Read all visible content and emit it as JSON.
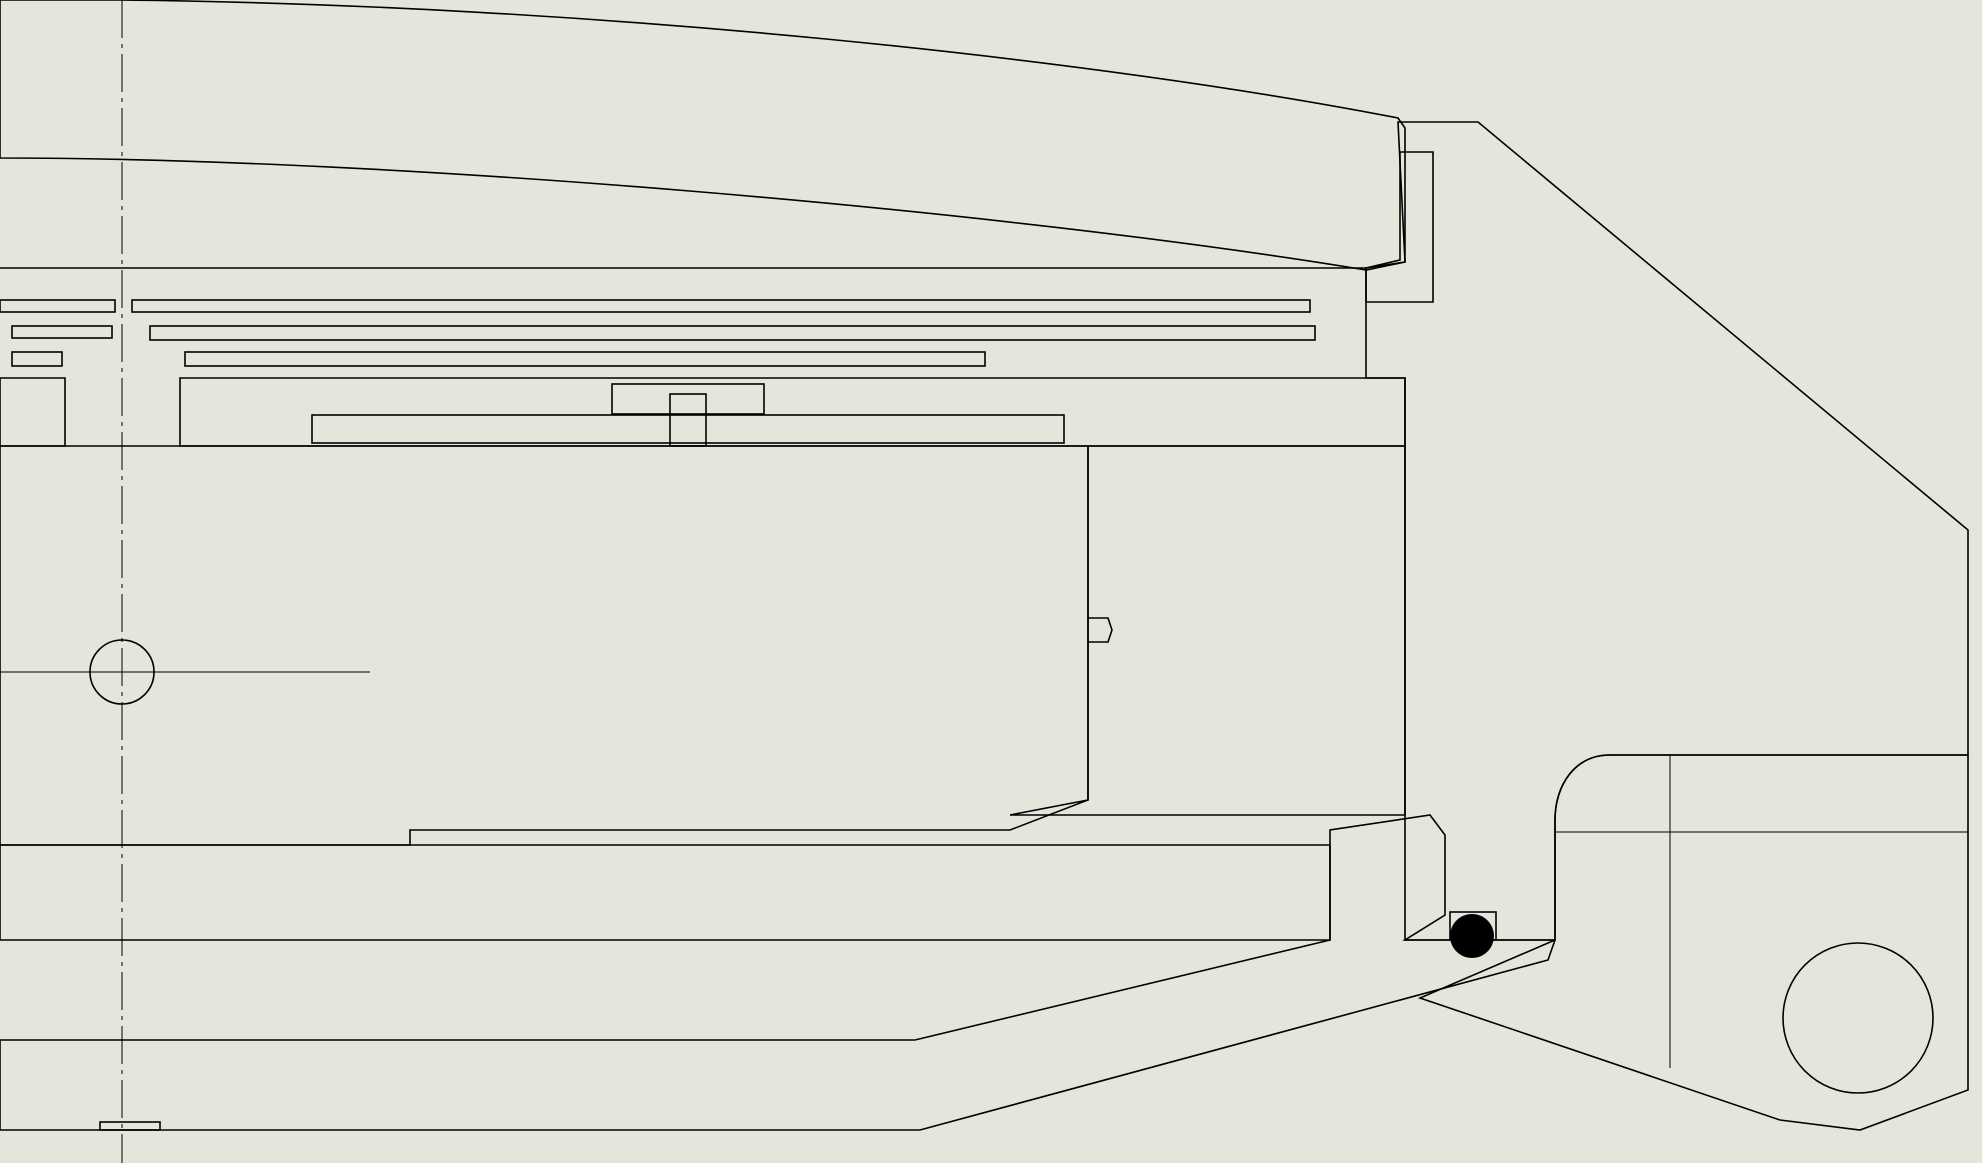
{
  "drawing": {
    "view": "section-detail",
    "background_color": "#e6e5dc",
    "line_color": "#000000",
    "parts": [
      {
        "id": "outer-dome-cover",
        "hatch": "diagonal"
      },
      {
        "id": "side-body",
        "hatch": "diagonal"
      },
      {
        "id": "gasket-seal",
        "hatch": "crosshatch"
      },
      {
        "id": "plate-stack",
        "hatch": "fine-diagonal"
      },
      {
        "id": "carrier-plate",
        "hatch": "diagonal"
      },
      {
        "id": "main-block",
        "hatch": "diagonal"
      },
      {
        "id": "base-bracket",
        "hatch": "diagonal"
      },
      {
        "id": "o-ring",
        "hatch": "solid"
      },
      {
        "id": "hinge-pin",
        "hatch": "none"
      }
    ]
  }
}
